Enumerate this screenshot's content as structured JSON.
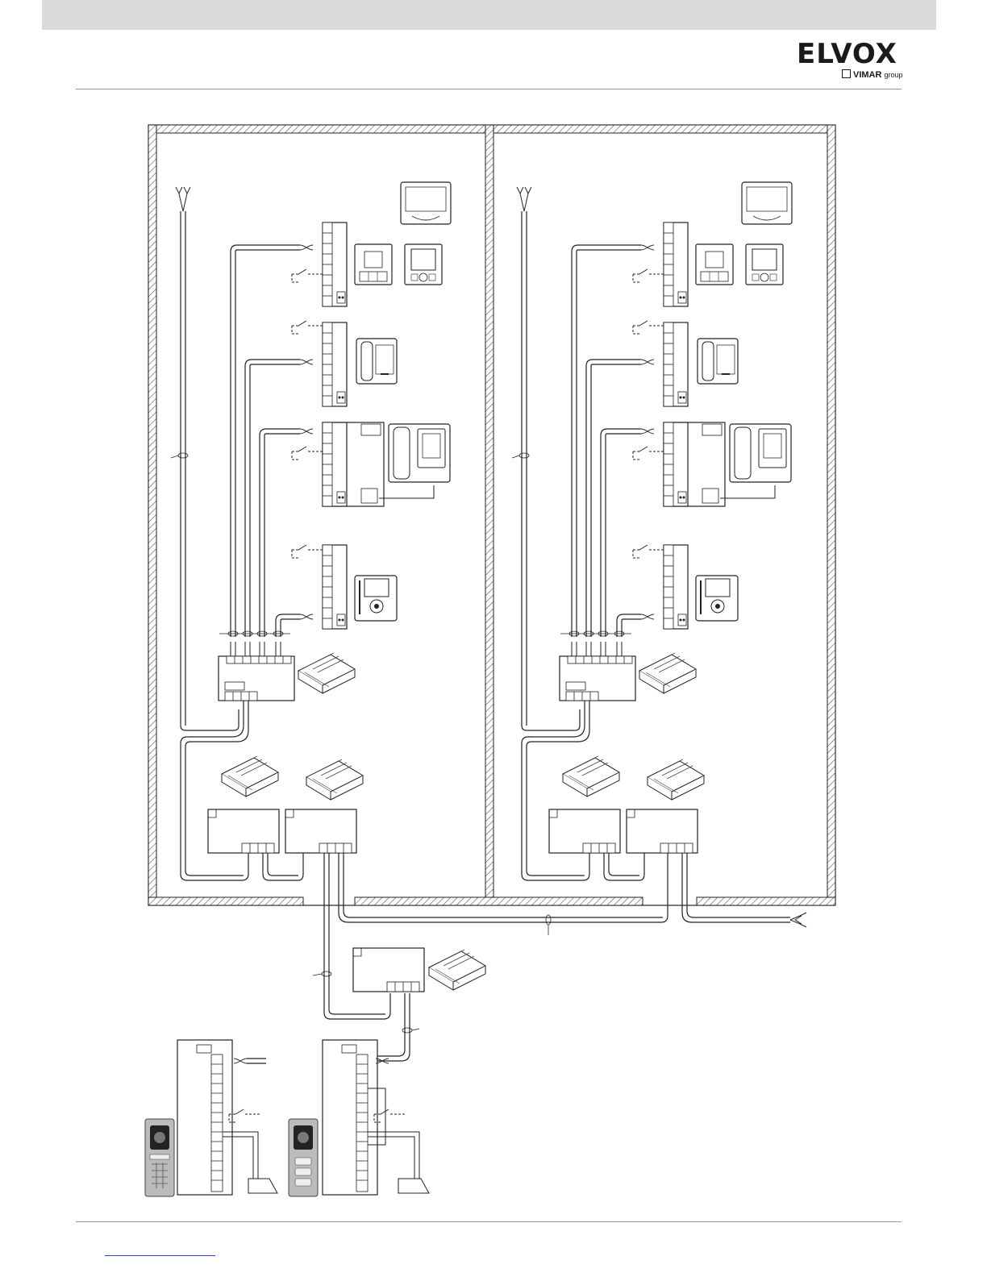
{
  "header": {
    "bar_color": "#d9d9d9"
  },
  "logo": {
    "brand": "ELVOX",
    "parent": "VIMAR",
    "suffix": "group"
  },
  "footer": {
    "link_color": "#2a45d8"
  },
  "diagram": {
    "apartments": 2,
    "monitors_per_apartment": 4,
    "outdoor_panels": 2,
    "icons": [
      "antenna-icon",
      "tv-monitor-icon",
      "video-monitor-icon",
      "handset-monitor-icon",
      "power-supply-icon",
      "door-lock-icon",
      "outdoor-panel-icon",
      "push-button-icon"
    ]
  }
}
